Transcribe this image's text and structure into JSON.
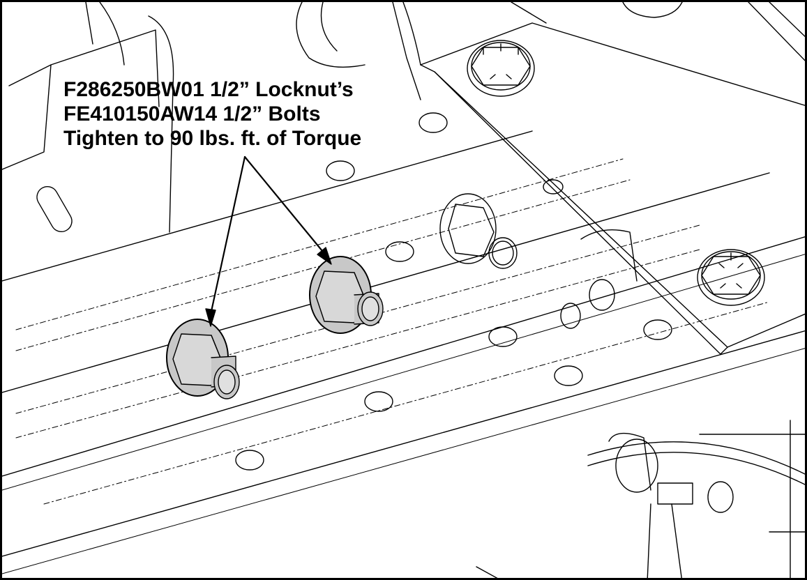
{
  "callout": {
    "line1": "F286250BW01 1/2” Locknut’s",
    "line2": "FE410150AW14 1/2” Bolts",
    "line3": "Tighten to 90 lbs. ft. of Torque"
  },
  "colors": {
    "line": "#000000",
    "highlight_nut": "#c8c8c8",
    "background": "#ffffff"
  }
}
